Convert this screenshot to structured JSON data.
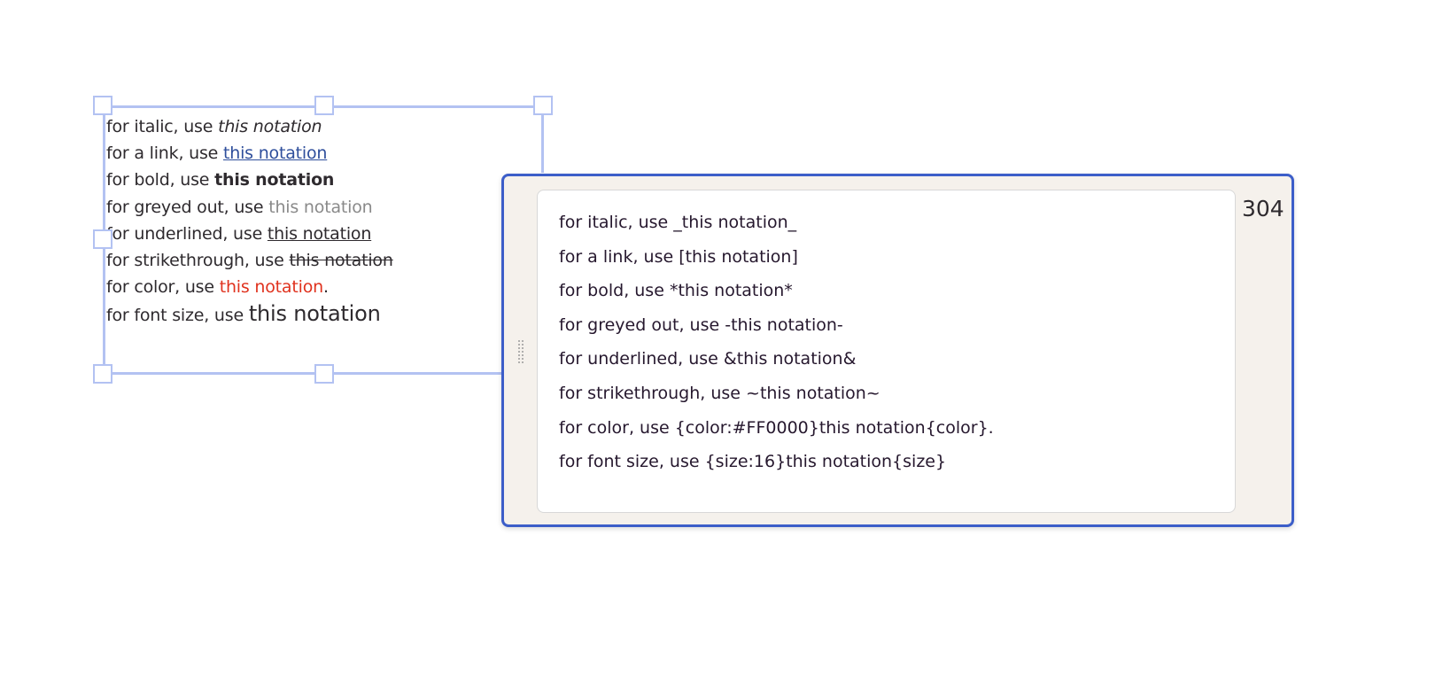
{
  "rendered_lines": [
    {
      "prefix": "for italic, use ",
      "styled": "this notation",
      "suffix": ""
    },
    {
      "prefix": "for a link, use ",
      "styled": "this notation",
      "suffix": ""
    },
    {
      "prefix": "for bold, use ",
      "styled": "this notation",
      "suffix": ""
    },
    {
      "prefix": "for greyed out, use ",
      "styled": "this notation",
      "suffix": ""
    },
    {
      "prefix": "for underlined, use ",
      "styled": "this notation",
      "suffix": ""
    },
    {
      "prefix": "for strikethrough, use ",
      "styled": "this notation",
      "suffix": ""
    },
    {
      "prefix": "for color, use ",
      "styled": "this notation",
      "suffix": "."
    },
    {
      "prefix": "for font size, use ",
      "styled": "this notation",
      "suffix": ""
    }
  ],
  "editor": {
    "text": "for italic, use _this notation_\nfor a link, use [this notation]\nfor bold, use *this notation*\nfor greyed out, use -this notation-\nfor underlined, use &this notation&\nfor strikethrough, use ~this notation~\nfor color, use {color:#FF0000}this notation{color}.\nfor font size, use {size:16}this notation{size}",
    "char_count": "304"
  },
  "colors": {
    "selection": "#b3c2f2",
    "editor_border": "#3c5ec9",
    "link": "#2f4f9c",
    "red": "#e0321e",
    "grey": "#8a8a8a"
  }
}
